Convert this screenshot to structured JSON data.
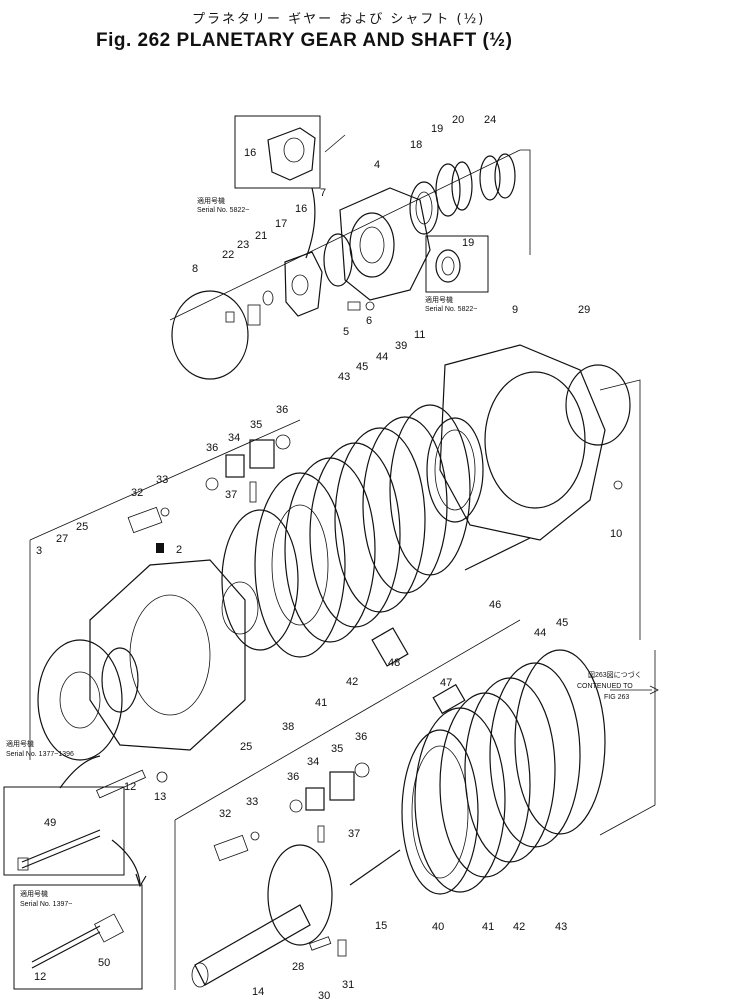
{
  "header": {
    "title_jp": "プラネタリー ギヤー および シャフト (½)",
    "title_en": "Fig. 262  PLANETARY GEAR AND SHAFT (½)"
  },
  "notes": {
    "serial_a_jp": "適用号機",
    "serial_a": "Serial No. 5822~",
    "serial_b_jp": "適用号機",
    "serial_b": "Serial No. 5822~",
    "serial_c_jp": "適用号機",
    "serial_c": "Serial No. 1377~1396",
    "serial_d_jp": "適用号機",
    "serial_d": "Serial No. 1397~",
    "continued_jp": "図263図につづく",
    "continued_en": "CONTENUED TO",
    "continued_fig": "FIG 263"
  },
  "callouts": [
    {
      "id": "c1",
      "text": "16"
    },
    {
      "id": "c2",
      "text": "7"
    },
    {
      "id": "c3",
      "text": "16"
    },
    {
      "id": "c4",
      "text": "17"
    },
    {
      "id": "c5",
      "text": "21"
    },
    {
      "id": "c6",
      "text": "23"
    },
    {
      "id": "c7",
      "text": "22"
    },
    {
      "id": "c8",
      "text": "8"
    },
    {
      "id": "c9",
      "text": "4"
    },
    {
      "id": "c10",
      "text": "18"
    },
    {
      "id": "c11",
      "text": "19"
    },
    {
      "id": "c12",
      "text": "20"
    },
    {
      "id": "c13",
      "text": "24"
    },
    {
      "id": "c14",
      "text": "19"
    },
    {
      "id": "c15",
      "text": "5"
    },
    {
      "id": "c16",
      "text": "6"
    },
    {
      "id": "c17",
      "text": "11"
    },
    {
      "id": "c18",
      "text": "9"
    },
    {
      "id": "c19",
      "text": "29"
    },
    {
      "id": "c20",
      "text": "39"
    },
    {
      "id": "c21",
      "text": "44"
    },
    {
      "id": "c22",
      "text": "45"
    },
    {
      "id": "c23",
      "text": "43"
    },
    {
      "id": "c24",
      "text": "36"
    },
    {
      "id": "c25",
      "text": "35"
    },
    {
      "id": "c26",
      "text": "34"
    },
    {
      "id": "c27",
      "text": "36"
    },
    {
      "id": "c28",
      "text": "37"
    },
    {
      "id": "c29",
      "text": "33"
    },
    {
      "id": "c30",
      "text": "32"
    },
    {
      "id": "c31",
      "text": "2"
    },
    {
      "id": "c32",
      "text": "27"
    },
    {
      "id": "c33",
      "text": "25"
    },
    {
      "id": "c34",
      "text": "3"
    },
    {
      "id": "c35",
      "text": "10"
    },
    {
      "id": "c36",
      "text": "46"
    },
    {
      "id": "c37",
      "text": "48"
    },
    {
      "id": "c38",
      "text": "42"
    },
    {
      "id": "c39",
      "text": "41"
    },
    {
      "id": "c40",
      "text": "38"
    },
    {
      "id": "c41",
      "text": "25"
    },
    {
      "id": "c42",
      "text": "12"
    },
    {
      "id": "c43",
      "text": "13"
    },
    {
      "id": "c44",
      "text": "49"
    },
    {
      "id": "c45",
      "text": "47"
    },
    {
      "id": "c46",
      "text": "44"
    },
    {
      "id": "c47",
      "text": "45"
    },
    {
      "id": "c48",
      "text": "36"
    },
    {
      "id": "c49",
      "text": "35"
    },
    {
      "id": "c50",
      "text": "34"
    },
    {
      "id": "c51",
      "text": "36"
    },
    {
      "id": "c52",
      "text": "33"
    },
    {
      "id": "c53",
      "text": "32"
    },
    {
      "id": "c54",
      "text": "37"
    },
    {
      "id": "c55",
      "text": "15"
    },
    {
      "id": "c56",
      "text": "40"
    },
    {
      "id": "c57",
      "text": "41"
    },
    {
      "id": "c58",
      "text": "42"
    },
    {
      "id": "c59",
      "text": "43"
    },
    {
      "id": "c60",
      "text": "12"
    },
    {
      "id": "c61",
      "text": "50"
    },
    {
      "id": "c62",
      "text": "28"
    },
    {
      "id": "c63",
      "text": "14"
    },
    {
      "id": "c64",
      "text": "30"
    },
    {
      "id": "c65",
      "text": "31"
    }
  ]
}
